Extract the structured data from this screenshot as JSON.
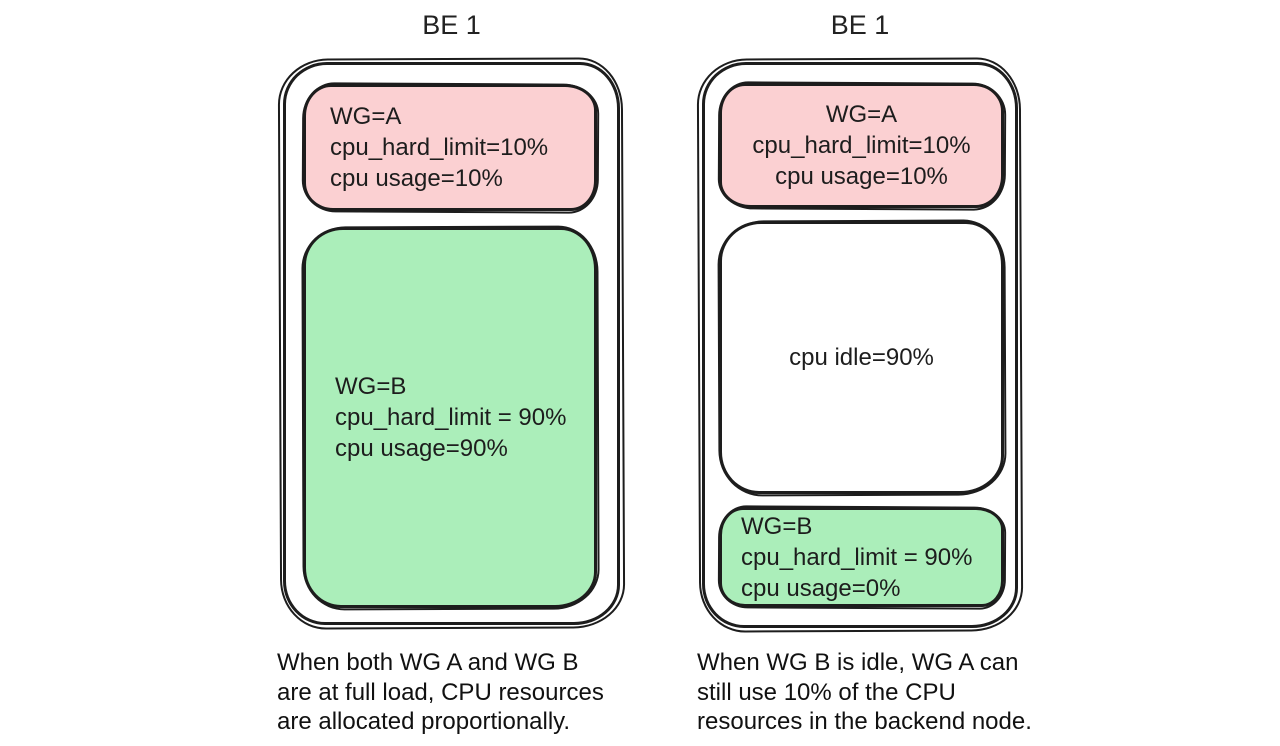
{
  "colors": {
    "pink": "#FBD0D2",
    "green": "#ABEEBA",
    "white": "#FFFFFF",
    "ink": "#1D1D1D",
    "background": "#FFFFFF"
  },
  "panels": [
    {
      "title": "BE 1",
      "blocks": [
        {
          "name": "workload-group-a",
          "lines": [
            "WG=A",
            "cpu_hard_limit=10%",
            "cpu usage=10%"
          ]
        },
        {
          "name": "workload-group-b",
          "lines": [
            "WG=B",
            "cpu_hard_limit = 90%",
            "cpu usage=90%"
          ]
        }
      ],
      "caption_lines": [
        "When both WG A and WG B",
        "are at full load, CPU resources",
        "are allocated proportionally."
      ]
    },
    {
      "title": "BE 1",
      "blocks": [
        {
          "name": "workload-group-a",
          "lines": [
            "WG=A",
            "cpu_hard_limit=10%",
            "cpu usage=10%"
          ]
        },
        {
          "name": "cpu-idle",
          "lines": [
            "cpu idle=90%"
          ]
        },
        {
          "name": "workload-group-b",
          "lines": [
            "WG=B",
            "cpu_hard_limit = 90%",
            "cpu usage=0%"
          ]
        }
      ],
      "caption_lines": [
        "When WG B is idle, WG A can",
        "still use 10% of the CPU",
        "resources in the backend node."
      ]
    }
  ]
}
